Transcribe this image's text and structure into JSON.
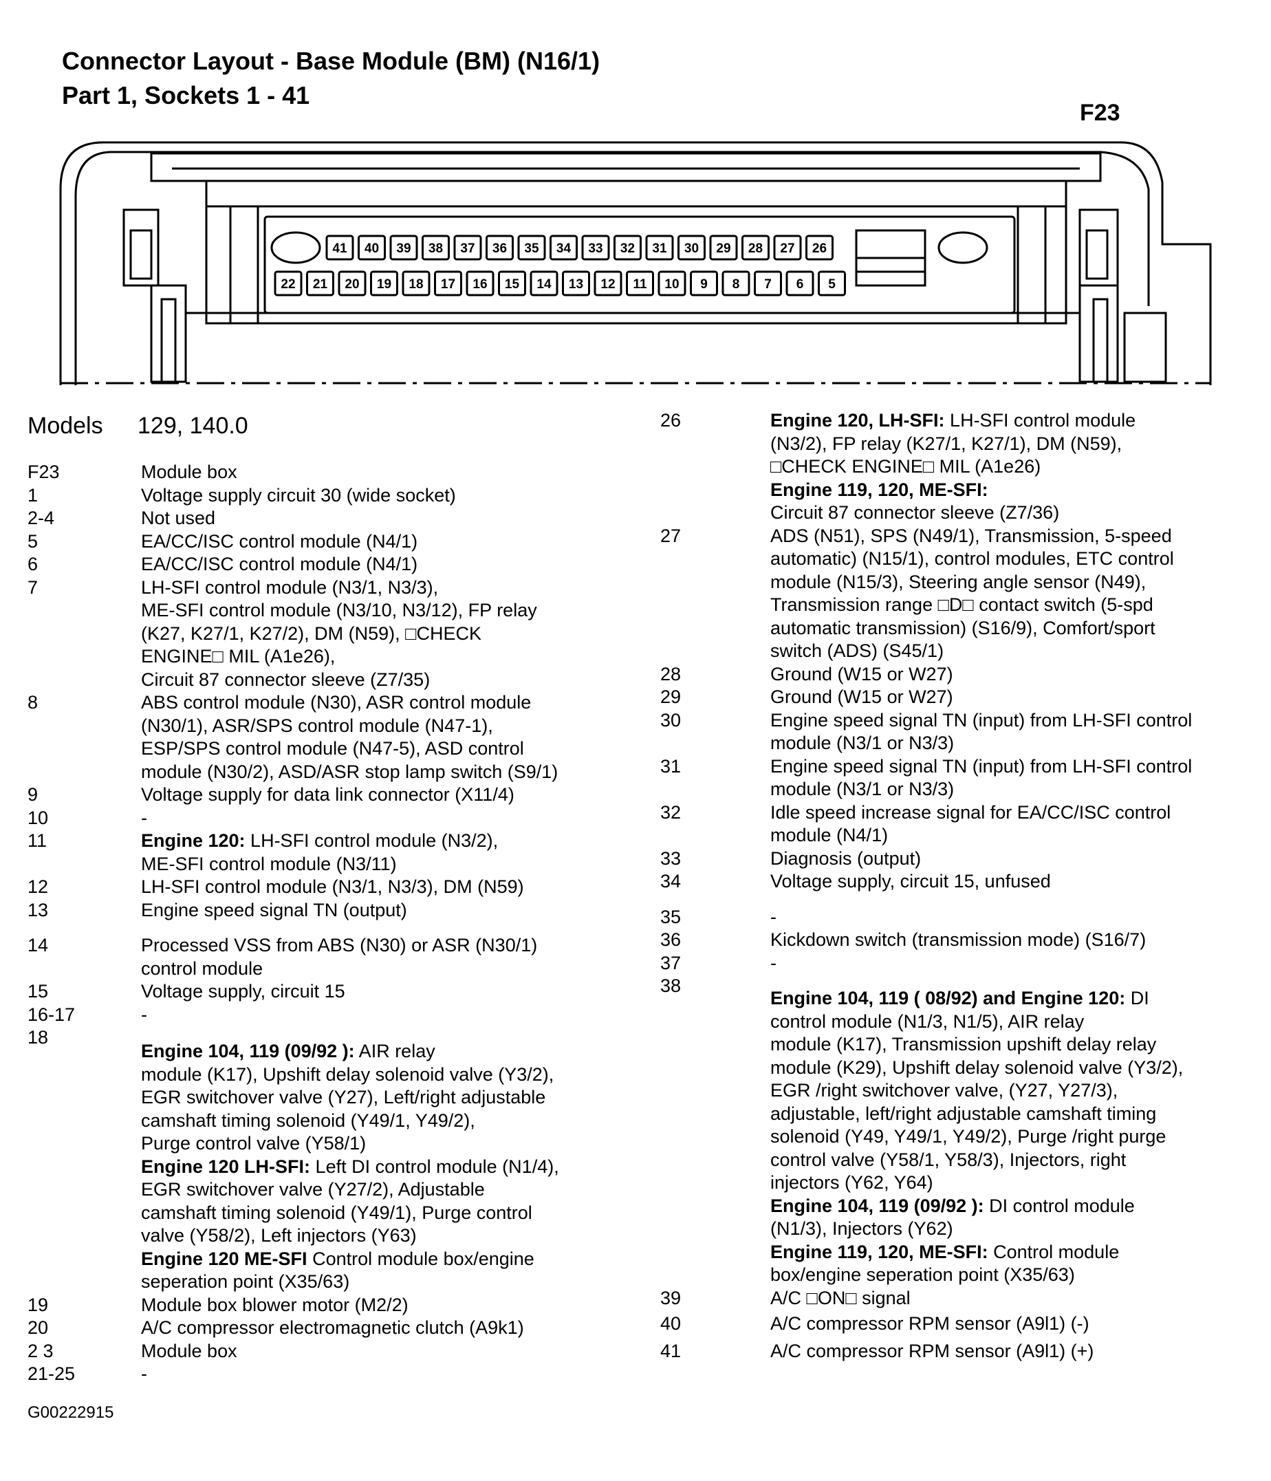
{
  "title_line1": "Connector Layout - Base Module (BM) (N16/1)",
  "title_line2": "Part 1, Sockets 1 - 41",
  "f23_label": "F23",
  "connector_top_row": [
    "41",
    "40",
    "39",
    "38",
    "37",
    "36",
    "35",
    "34",
    "33",
    "32",
    "31",
    "30",
    "29",
    "28",
    "27",
    "26"
  ],
  "connector_bottom_row": [
    "22",
    "21",
    "20",
    "19",
    "18",
    "17",
    "16",
    "15",
    "14",
    "13",
    "12",
    "11",
    "10",
    "9",
    "8",
    "7",
    "6",
    "5"
  ],
  "models_label": "Models",
  "models_value": "129, 140.0",
  "left": {
    "r0n": "F23",
    "r0t": "Module box",
    "r1n": "1",
    "r1t": "Voltage supply circuit 30 (wide socket)",
    "r2n": "2-4",
    "r2t": "Not used",
    "r3n": "5",
    "r3t": "EA/CC/ISC control module (N4/1)",
    "r4n": "6",
    "r4t": "EA/CC/ISC control module (N4/1)",
    "r5n": "7",
    "r5t1": "LH-SFI control module (N3/1, N3/3),",
    "r5t2": "ME-SFI control module (N3/10, N3/12), FP relay",
    "r5t3": "(K27, K27/1, K27/2), DM (N59), □CHECK",
    "r5t4": "ENGINE□ MIL (A1e26),",
    "r5t5": "Circuit 87 connector sleeve (Z7/35)",
    "r6n": "8",
    "r6t1": "ABS control module (N30), ASR control module",
    "r6t2": "(N30/1), ASR/SPS control module (N47-1),",
    "r6t3": "ESP/SPS control module (N47-5), ASD control",
    "r6t4": "module (N30/2), ASD/ASR stop lamp switch (S9/1)",
    "r7n": "9",
    "r7t": "Voltage supply for data link connector (X11/4)",
    "r8n": "10",
    "r8t": "-",
    "r9n": "11",
    "r9b": "Engine 120:",
    "r9t1": " LH-SFI control module (N3/2),",
    "r9t2": "ME-SFI control module (N3/11)",
    "r10n": "12",
    "r10t": "LH-SFI control module (N3/1, N3/3), DM (N59)",
    "r11n": "13",
    "r11t": "Engine speed signal TN (output)",
    "r12n": "14",
    "r12t1": "Processed VSS from ABS (N30) or ASR (N30/1)",
    "r12t2": "control module",
    "r13n": "15",
    "r13t": "Voltage supply, circuit 15",
    "r14n": "16-17",
    "r14t": "-",
    "r15n": "18",
    "r15b1": "Engine 104, 119 (09/92      ):",
    "r15t1": " AIR relay",
    "r15t2": "module (K17), Upshift delay solenoid valve (Y3/2),",
    "r15t3": "EGR switchover valve (Y27), Left/right adjustable",
    "r15t4": "camshaft timing solenoid (Y49/1, Y49/2),",
    "r15t5": "Purge control valve (Y58/1)",
    "r15b6": "Engine 120 LH-SFI:",
    "r15t6": " Left DI control module (N1/4),",
    "r15t7": "EGR switchover valve (Y27/2), Adjustable",
    "r15t8": "camshaft timing solenoid (Y49/1), Purge control",
    "r15t9": "valve (Y58/2), Left injectors (Y63)",
    "r15b10": "Engine 120 ME-SFI",
    "r15t10": " Control module box/engine",
    "r15t11": "seperation point (X35/63)",
    "r16n": "19",
    "r16t": "Module box blower motor (M2/2)",
    "r17n": "20",
    "r17t": "A/C compressor electromagnetic clutch (A9k1)",
    "r18n": "2 3",
    "r18t": "Module box",
    "r19n": "21-25",
    "r19t": "-"
  },
  "right": {
    "r0n": "26",
    "r0b": "Engine 120, LH-SFI:",
    "r0t1": " LH-SFI control module",
    "r0t2": "(N3/2), FP relay (K27/1, K27/1), DM (N59),",
    "r0t3": "□CHECK ENGINE□ MIL (A1e26)",
    "r0b4": "Engine 119, 120, ME-SFI:",
    "r0t5": "Circuit 87 connector sleeve (Z7/36)",
    "r1n": "27",
    "r1t1": "ADS (N51), SPS (N49/1), Transmission, 5-speed",
    "r1t2": "automatic) (N15/1), control modules, ETC control",
    "r1t3": "module (N15/3), Steering angle sensor (N49),",
    "r1t4": "Transmission range □D□ contact switch (5-spd",
    "r1t5": "automatic transmission) (S16/9), Comfort/sport",
    "r1t6": "switch (ADS) (S45/1)",
    "r2n": "28",
    "r2t": "Ground (W15 or W27)",
    "r3n": "29",
    "r3t": "Ground (W15 or W27)",
    "r4n": "30",
    "r4t1": "Engine speed signal TN (input) from LH-SFI control",
    "r4t2": "module (N3/1 or N3/3)",
    "r5n": "31",
    "r5t1": "Engine speed signal TN (input) from LH-SFI control",
    "r5t2": "module (N3/1 or N3/3)",
    "r6n": "32",
    "r6t1": "Idle speed increase signal for EA/CC/ISC control",
    "r6t2": "module (N4/1)",
    "r7n": "33",
    "r7t": "Diagnosis (output)",
    "r8n": "34",
    "r8t": "Voltage supply, circuit 15, unfused",
    "r9n": "35",
    "r9t": "-",
    "r10n": "36",
    "r10t": "Kickdown switch (transmission mode) (S16/7)",
    "r11n": "37",
    "r11t": "-",
    "r12n": "38",
    "r12b1": "Engine 104, 119 (     08/92) and Engine 120:",
    "r12t1": " DI",
    "r12t2": "control module (N1/3, N1/5),  AIR relay",
    "r12t3": "module (K17), Transmission upshift delay relay",
    "r12t4": "module (K29), Upshift delay solenoid valve (Y3/2),",
    "r12t5": "EGR /right switchover valve, (Y27, Y27/3),",
    "r12t6": "adjustable, left/right adjustable camshaft timing",
    "r12t7": "solenoid (Y49, Y49/1, Y49/2), Purge /right purge",
    "r12t8": "control valve (Y58/1, Y58/3), Injectors, right",
    "r12t9": "injectors (Y62, Y64)",
    "r12b10": "Engine 104, 119 (09/92      ):",
    "r12t10": " DI control module",
    "r12t11": "(N1/3), Injectors (Y62)",
    "r12b12": "Engine 119, 120, ME-SFI:",
    "r12t12": " Control module",
    "r12t13": "box/engine seperation point (X35/63)",
    "r13n": "39",
    "r13t": "A/C □ON□ signal",
    "r14n": "40",
    "r14t": "A/C compressor RPM sensor (A9l1) (-)",
    "r15n": "41",
    "r15t": "A/C compressor RPM sensor (A9l1) (+)"
  },
  "image_code": "G00222915"
}
